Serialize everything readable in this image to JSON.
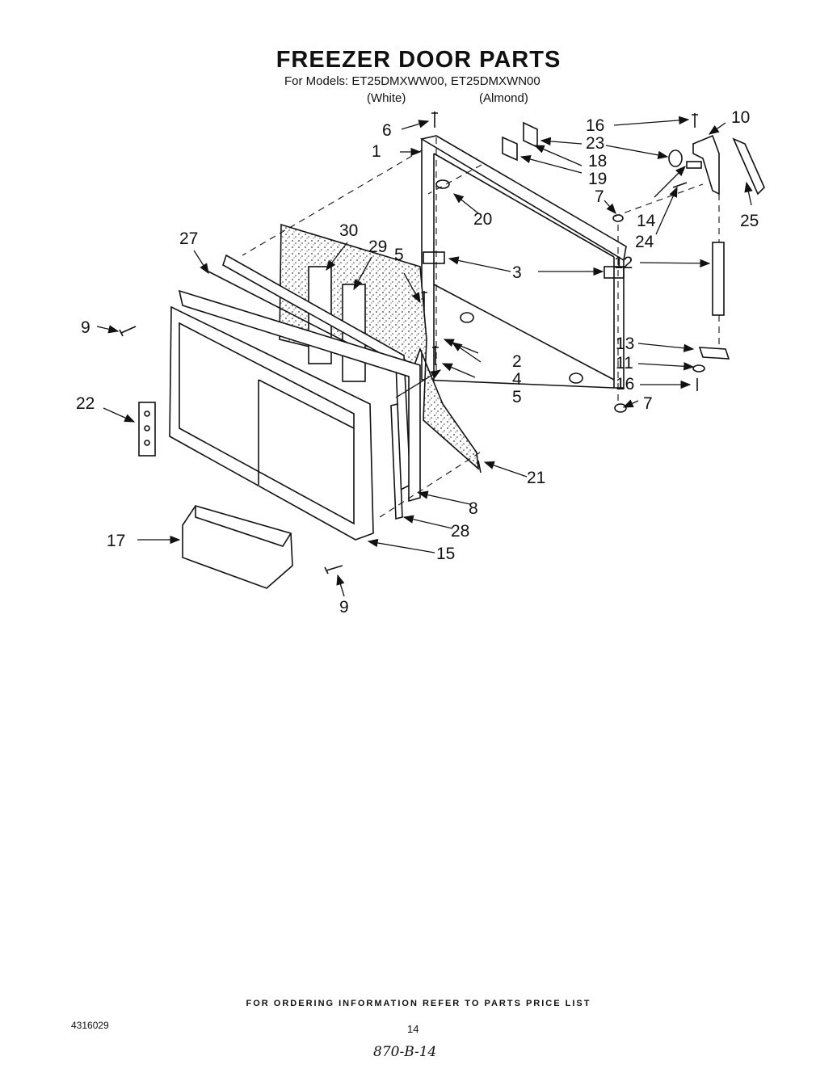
{
  "header": {
    "title": "FREEZER DOOR PARTS",
    "subtitle": "For Models: ET25DMXWW00, ET25DMXWN00",
    "color_white": "(White)",
    "color_almond": "(Almond)"
  },
  "callouts": {
    "c1": "1",
    "c2": "2",
    "c3": "3",
    "c4": "4",
    "c5a": "5",
    "c5b": "5",
    "c6": "6",
    "c7a": "7",
    "c7b": "7",
    "c8": "8",
    "c9a": "9",
    "c9b": "9",
    "c10": "10",
    "c11": "11",
    "c12": "12",
    "c13": "13",
    "c14": "14",
    "c15": "15",
    "c16a": "16",
    "c16b": "16",
    "c17": "17",
    "c18": "18",
    "c19": "19",
    "c20": "20",
    "c21": "21",
    "c22": "22",
    "c23": "23",
    "c24": "24",
    "c25": "25",
    "c27": "27",
    "c28": "28",
    "c29": "29",
    "c30": "30"
  },
  "footer": {
    "ordering": "FOR ORDERING INFORMATION REFER TO PARTS PRICE LIST",
    "doc_number": "4316029",
    "page_number": "14",
    "handwritten": "870-B-14"
  }
}
